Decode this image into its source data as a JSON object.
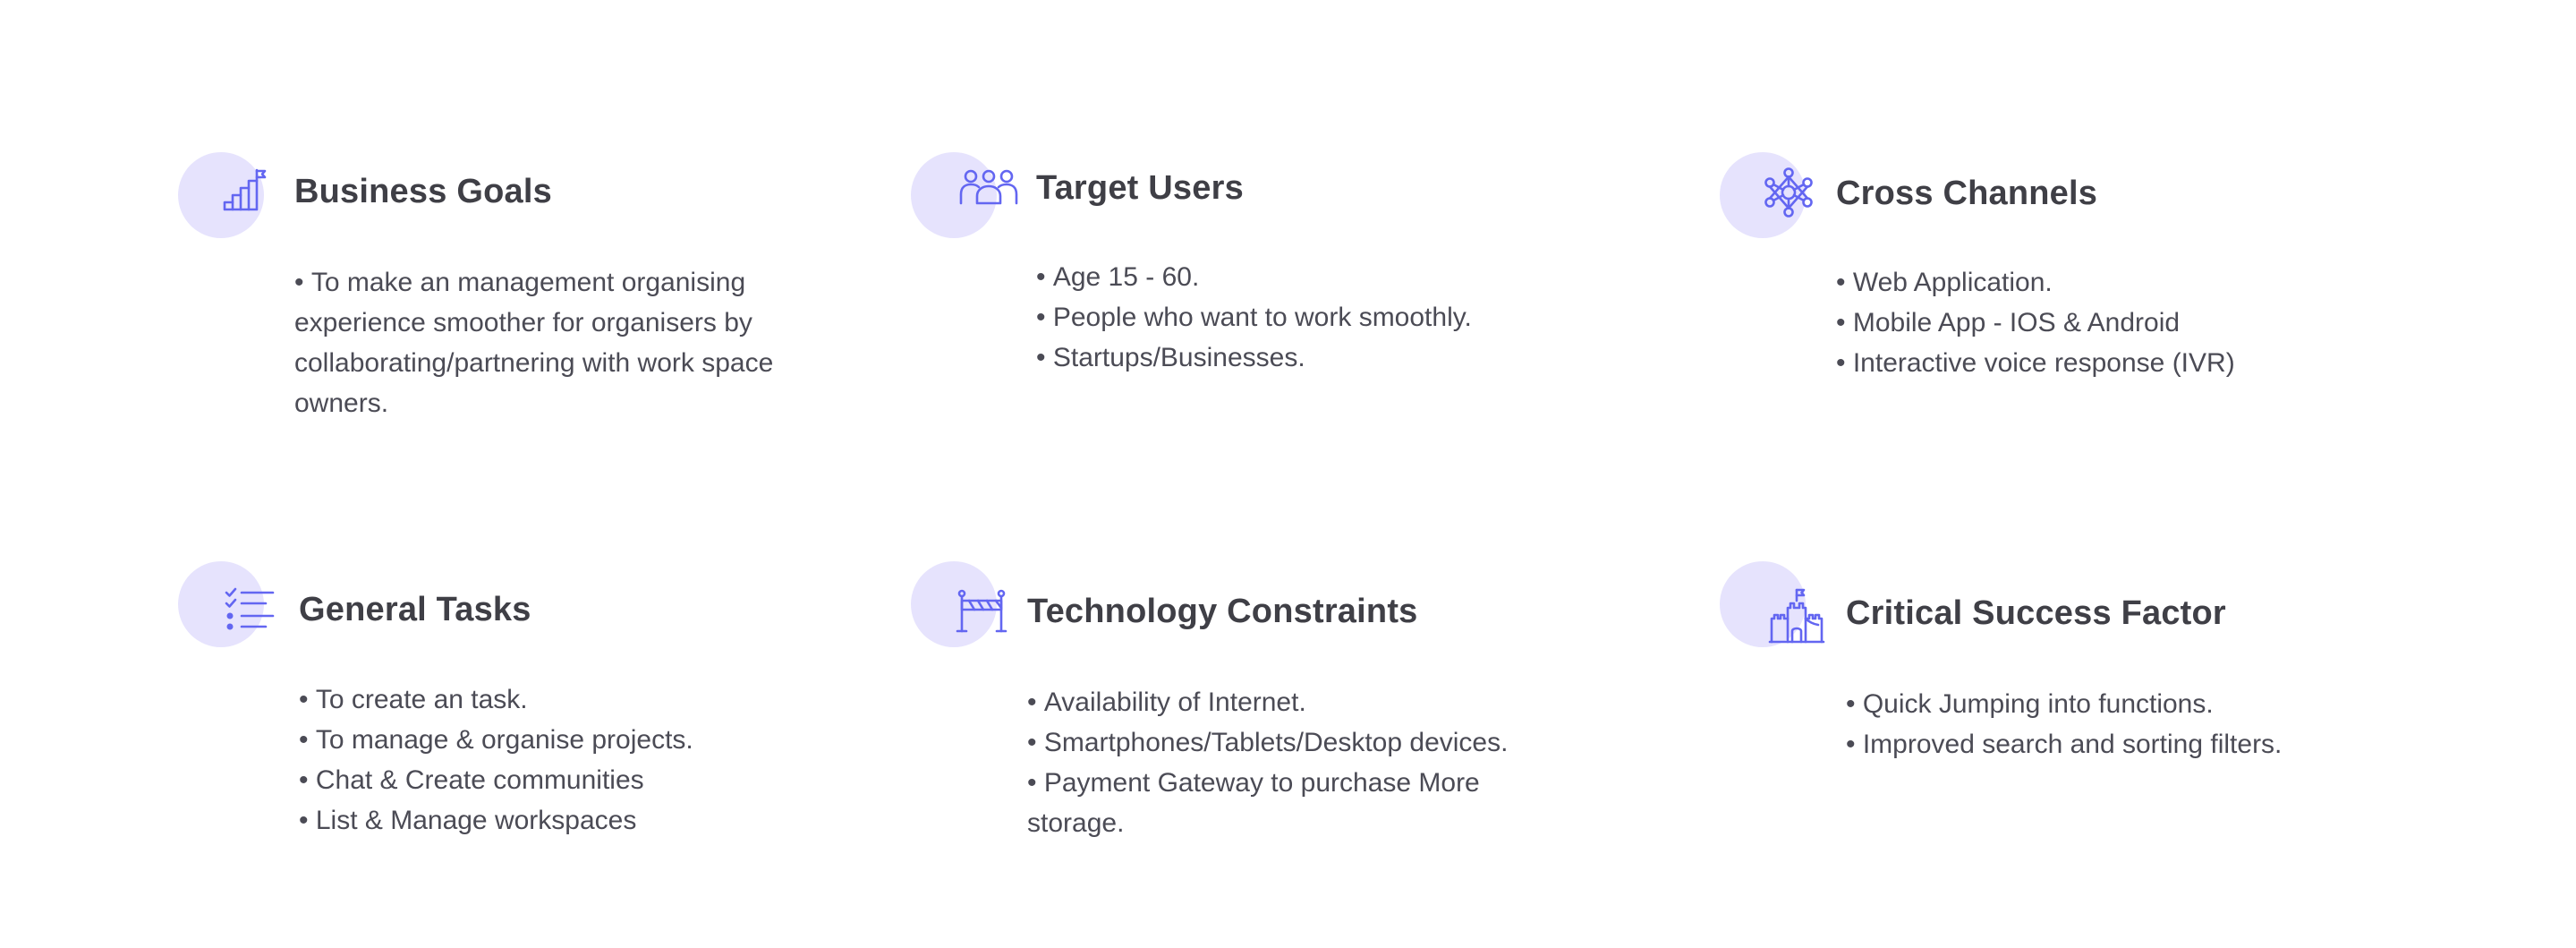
{
  "accent_color": "#6366f1",
  "icon_bg_color": "#e6e3fd",
  "cards": [
    {
      "title": "Business Goals",
      "icon": "stairs-flag-icon",
      "items": [
        "To make an management organising experience smoother for organisers by collaborating/partnering with work space owners."
      ]
    },
    {
      "title": "Target Users",
      "icon": "users-group-icon",
      "items": [
        "Age 15 - 60.",
        "People who want to work smoothly.",
        "Startups/Businesses."
      ]
    },
    {
      "title": "Cross Channels",
      "icon": "network-nodes-icon",
      "items": [
        "Web Application.",
        "Mobile App - IOS & Android",
        "Interactive voice response (IVR)"
      ]
    },
    {
      "title": "General Tasks",
      "icon": "checklist-icon",
      "items": [
        "To create an task.",
        "To manage & organise projects.",
        "Chat & Create communities",
        "List & Manage workspaces"
      ]
    },
    {
      "title": "Technology Constraints",
      "icon": "barrier-icon",
      "items": [
        "Availability of Internet.",
        "Smartphones/Tablets/Desktop devices.",
        "Payment Gateway to purchase More storage."
      ]
    },
    {
      "title": "Critical Success Factor",
      "icon": "castle-icon",
      "items": [
        "Quick Jumping into functions.",
        "Improved search and sorting filters."
      ]
    }
  ]
}
